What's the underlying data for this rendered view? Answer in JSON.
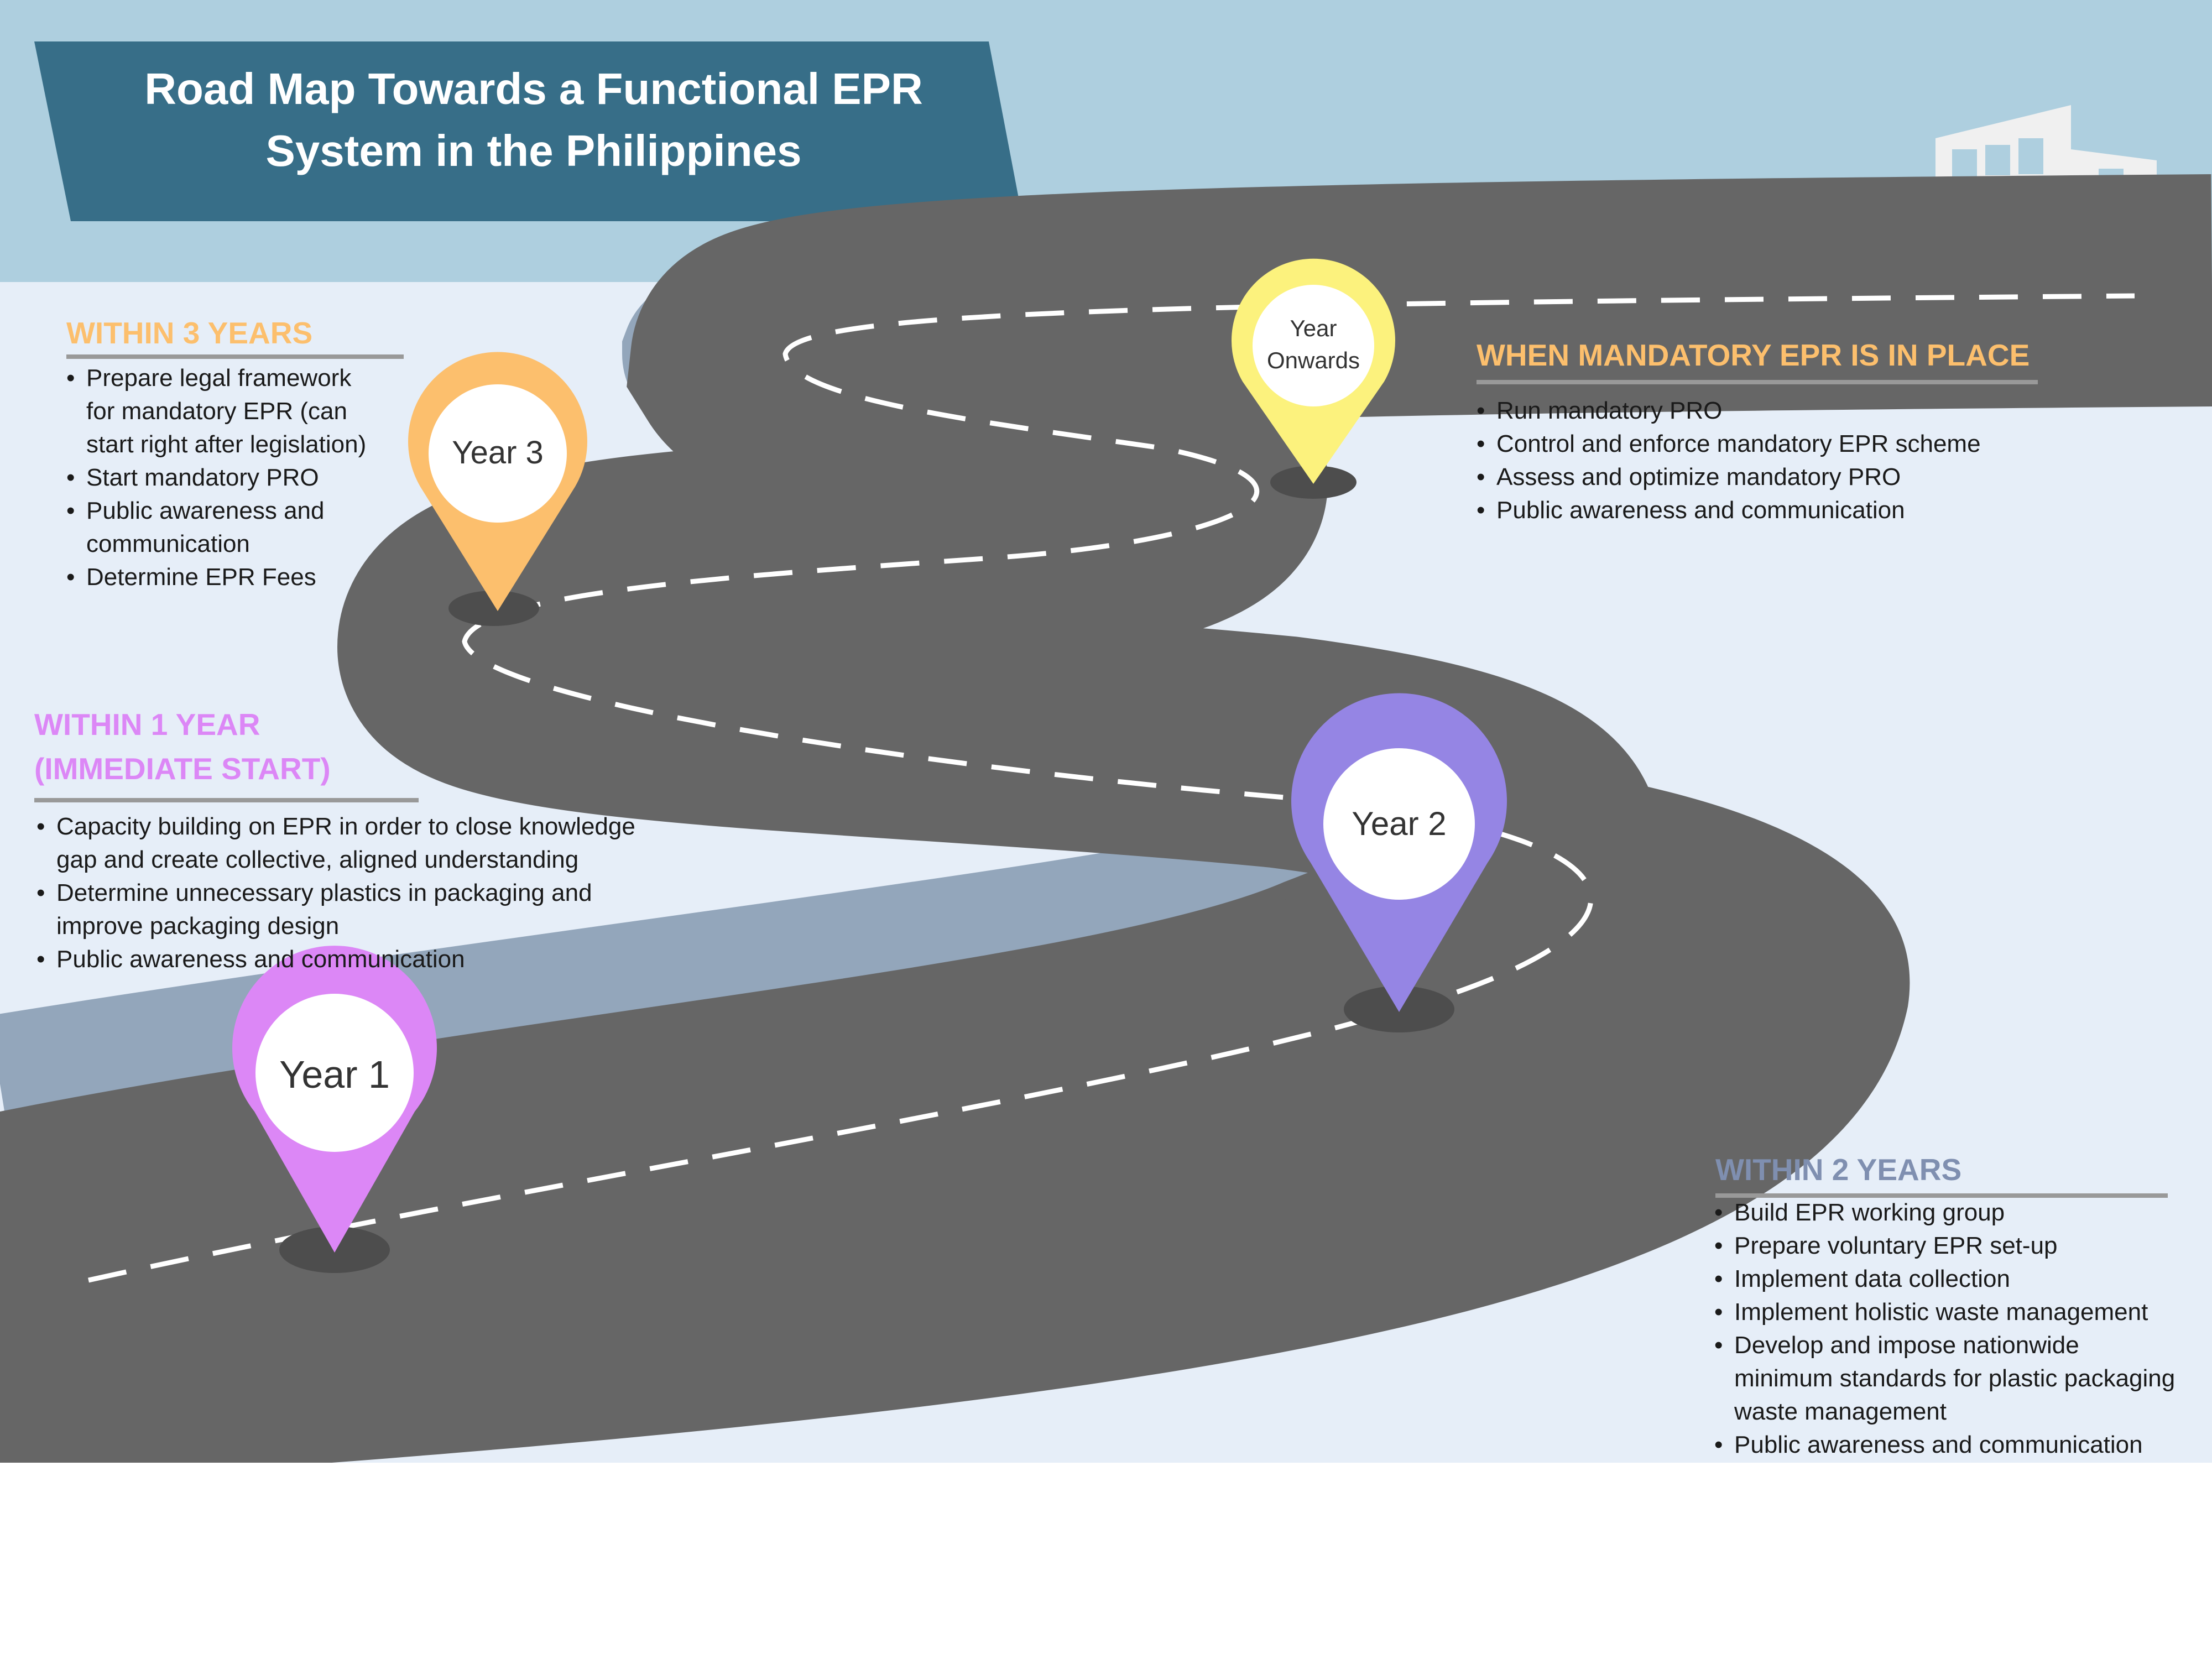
{
  "title": "Road Map Towards a Functional EPR System in the Philippines",
  "colors": {
    "sky": "#aecfdf",
    "ground": "#e6eef8",
    "road": "#666666",
    "road_edge": "#93a6bb",
    "title_banner": "#376e88",
    "year1": "#dc87f6",
    "year2": "#9585e4",
    "year3": "#fcbf6d",
    "onwards": "#fcf27d"
  },
  "pins": {
    "year1": "Year 1",
    "year2": "Year 2",
    "year3": "Year 3",
    "onwards": "Year\nOnwards"
  },
  "sections": {
    "within_3_years": {
      "heading": "WITHIN 3 YEARS",
      "items": [
        "Prepare legal framework\nfor mandatory EPR (can\nstart right after legislation)",
        "Start mandatory PRO",
        "Public awareness and\ncommunication",
        "Determine EPR Fees"
      ]
    },
    "within_1_year": {
      "heading": "WITHIN 1 YEAR\n(IMMEDIATE START)",
      "items": [
        "Capacity building on EPR in order to close knowledge\ngap and create collective, aligned understanding",
        "Determine unnecessary plastics in packaging and\nimprove packaging design",
        "Public awareness and communication"
      ]
    },
    "mandatory_epr": {
      "heading": "WHEN MANDATORY EPR IS IN PLACE",
      "items": [
        "Run mandatory PRO",
        "Control and enforce mandatory EPR scheme",
        "Assess and optimize mandatory PRO",
        "Public awareness and communication"
      ]
    },
    "within_2_years": {
      "heading": "WITHIN 2 YEARS",
      "items": [
        "Build EPR working group",
        "Prepare voluntary EPR set-up",
        "Implement data collection",
        "Implement holistic waste management",
        "Develop and impose nationwide\nminimum standards for plastic packaging\nwaste management",
        "Public awareness and communication"
      ]
    }
  },
  "icons": [
    "truck-icon",
    "truck-icon",
    "truck-icon",
    "recycling-building-icon"
  ]
}
